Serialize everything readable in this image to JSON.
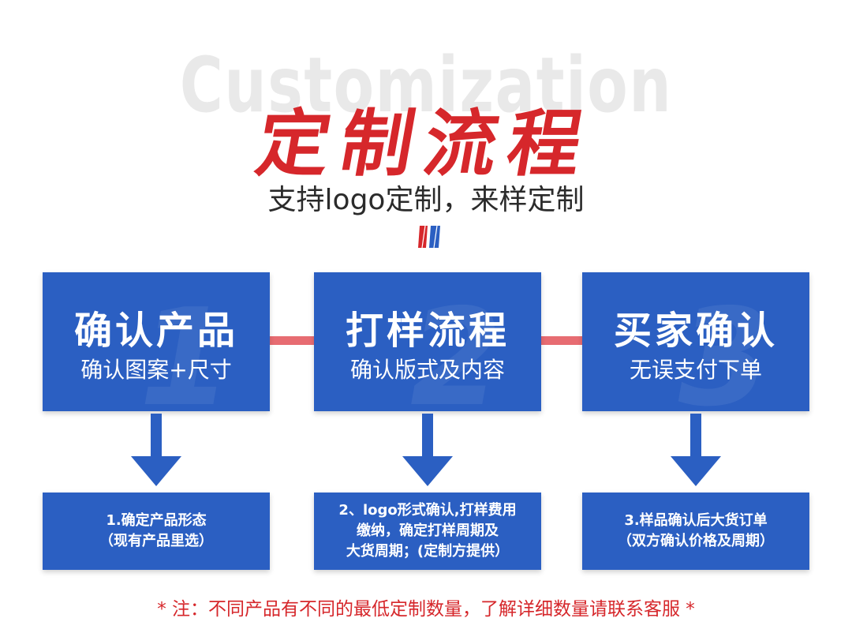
{
  "header": {
    "watermark_word": "Customization",
    "title": "定制流程",
    "subtitle": "支持logo定制，来样定制"
  },
  "steps": [
    {
      "number": "1",
      "title": "确认产品",
      "subtitle": "确认图案+尺寸",
      "detail_lines": [
        "1.确定产品形态",
        "（现有产品里选）"
      ]
    },
    {
      "number": "2",
      "title": "打样流程",
      "subtitle": "确认版式及内容",
      "detail_lines": [
        "2、logo形式确认,打样费用",
        "缴纳，确定打样周期及",
        "大货周期；(定制方提供）"
      ]
    },
    {
      "number": "3",
      "title": "买家确认",
      "subtitle": "无误支付下单",
      "detail_lines": [
        "3.样品确认后大货订单",
        "（双方确认价格及周期）"
      ]
    }
  ],
  "footnote": "* 注：不同产品有不同的最低定制数量，了解详细数量请联系客服 *",
  "colors": {
    "accent_red": "#d6272b",
    "box_blue": "#2b5fc2",
    "connector_pink": "#e76c72",
    "arrow_blue": "#2b5fc2"
  }
}
